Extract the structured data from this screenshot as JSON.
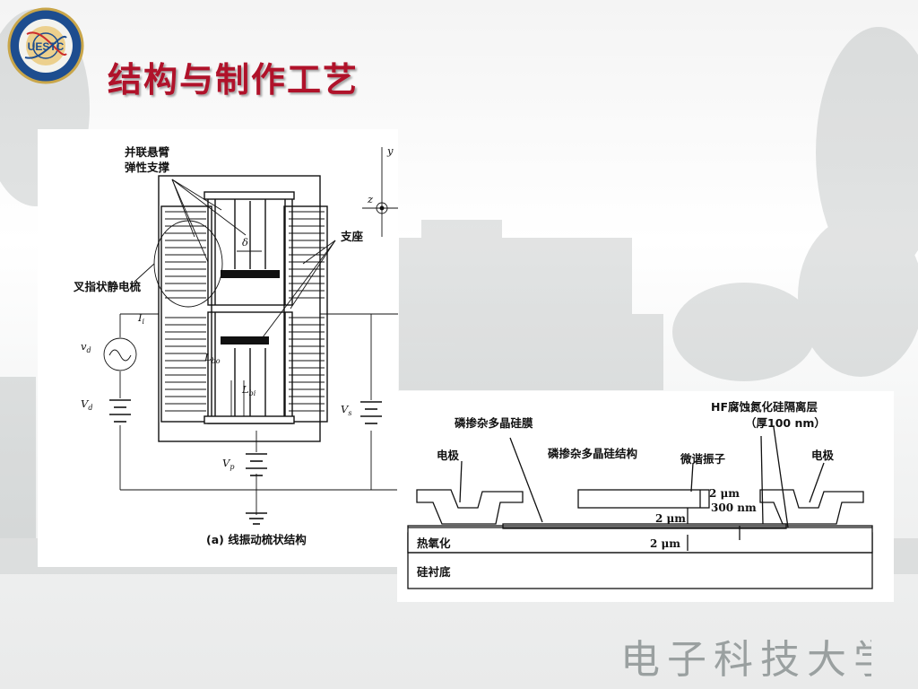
{
  "slide": {
    "title": "结构与制作工艺",
    "logo_text": "UESTC",
    "watermark": "电子科技大学"
  },
  "figure_a": {
    "cantilever_label_1": "并联悬臂",
    "cantilever_label_2": "弹性支撑",
    "comb_label": "叉指状静电梳",
    "support_label": "支座",
    "caption": "(a) 线振动梳状结构",
    "axis_y": "y",
    "axis_z": "z",
    "delta": "δ",
    "current": "I",
    "current_sub": "i",
    "vd_small": "v",
    "vd_small_sub": "d",
    "vd_big": "V",
    "vd_big_sub": "d",
    "vs": "V",
    "vs_sub": "s",
    "vp": "V",
    "vp_sub": "p",
    "lbo": "L",
    "lbo_sub": "bo",
    "lbi": "L",
    "lbi_sub": "bi"
  },
  "figure_b": {
    "hf_label_1": "HF腐蚀氮化硅隔离层",
    "hf_label_2": "（厚100 nm）",
    "poly_film_label": "磷掺杂多晶硅膜",
    "poly_struct_label": "磷掺杂多晶硅结构",
    "electrode_left": "电极",
    "electrode_right": "电极",
    "resonator_label": "微谐振子",
    "dim_2um_top": "2 μm",
    "dim_300nm": "300 nm",
    "dim_2um_mid": "2 μm",
    "dim_2um_oxide": "2 μm",
    "oxide_label": "热氧化",
    "substrate_label": "硅衬底"
  }
}
